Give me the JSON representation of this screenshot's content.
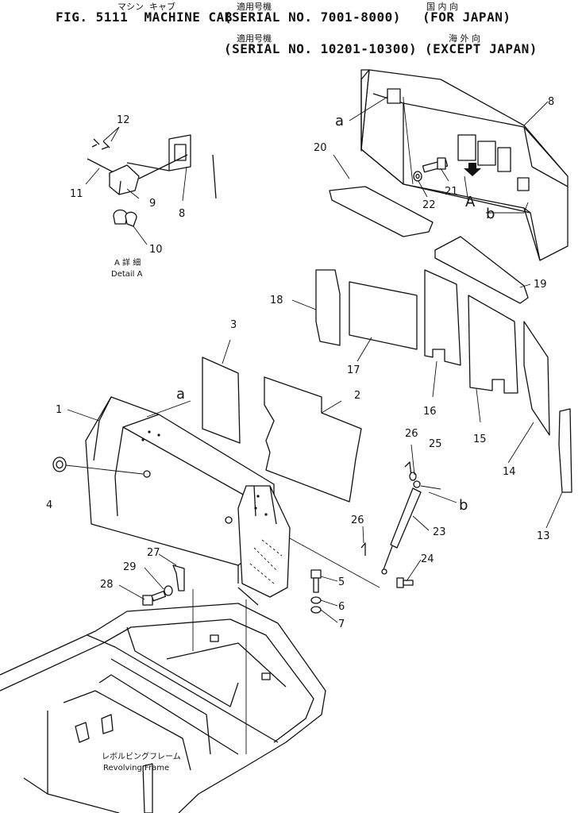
{
  "header": {
    "title": "FIG. 5111  MACHINE CAB",
    "serial_line_1": "(SERIAL NO. 7001-8000)",
    "region_1": "(FOR JAPAN)",
    "serial_line_2": "(SERIAL NO. 10201-10300)",
    "region_2": "(EXCEPT JAPAN)",
    "kana_title": "マシン  キャブ",
    "kana_serial_1": "適用号機",
    "kana_region_1": "国 内 向",
    "kana_serial_2": "適用号機",
    "kana_region_2": "海 外 向"
  },
  "callouts": {
    "p1": "1",
    "p2": "2",
    "p3": "3",
    "p4": "4",
    "p5": "5",
    "p6": "6",
    "p7": "7",
    "p8a": "8",
    "p8b": "8",
    "p9": "9",
    "p10": "10",
    "p11": "11",
    "p12": "12",
    "p13": "13",
    "p14": "14",
    "p15": "15",
    "p16": "16",
    "p17": "17",
    "p18": "18",
    "p19": "19",
    "p20": "20",
    "p21": "21",
    "p22": "22",
    "p23": "23",
    "p24": "24",
    "p25": "25",
    "p26a": "26",
    "p26b": "26",
    "p27": "27",
    "p28": "28",
    "p29": "29",
    "ref_a1": "a",
    "ref_a2": "a",
    "ref_b1": "b",
    "ref_b2": "b",
    "view_A": "A"
  },
  "captions": {
    "detail_jp": "A 詳 細",
    "detail_en": "Detail A",
    "frame_jp": "レボルビングフレーム",
    "frame_en": "Revolving Frame"
  }
}
